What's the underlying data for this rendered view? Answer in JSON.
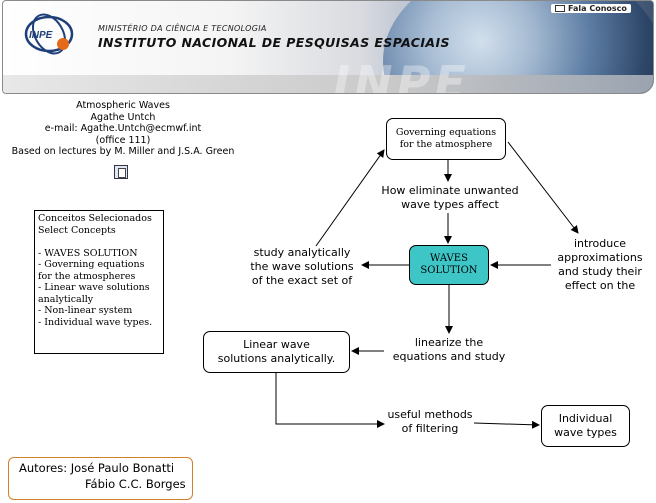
{
  "header": {
    "ministry": "MINISTÉRIO DA CIÊNCIA E TECNOLOGIA",
    "institute": "INSTITUTO NACIONAL DE PESQUISAS ESPACIAIS",
    "logo_text": "INPE",
    "watermark": "INPE",
    "contact_link": "Fala Conosco"
  },
  "info": {
    "title": "Atmospheric Waves",
    "author": "Agathe Untch",
    "email": "e-mail: Agathe.Untch@ecmwf.int",
    "office": "(office 111)",
    "based_on": "Based on lectures by M. Miller and J.S.A. Green"
  },
  "concepts": {
    "lines": [
      "Conceitos Selecionados",
      "Select Concepts",
      "",
      "- WAVES SOLUTION",
      "-  Governing equations",
      "for the atmospheres",
      "- Linear wave solutions",
      "analytically",
      "- Non-linear system",
      "- Individual wave types."
    ]
  },
  "authors": {
    "line1": "Autores: José Paulo Bonatti",
    "line2": "Fábio C.C. Borges"
  },
  "map": {
    "governing": [
      "Governing equations",
      "for the atmosphere"
    ],
    "waves": [
      "WAVES",
      "SOLUTION"
    ],
    "linear": [
      "Linear wave",
      "solutions analytically."
    ],
    "individual": [
      "Individual",
      "wave types"
    ],
    "eliminate": [
      "How eliminate unwanted",
      "wave types affect"
    ],
    "study": [
      "study analytically",
      "the wave solutions",
      "of the exact set of"
    ],
    "introduce": [
      "introduce",
      "approximations",
      "and study their",
      "effect on the"
    ],
    "linearize": [
      "linearize the",
      "equations and study"
    ],
    "useful": [
      "useful methods",
      "of filtering"
    ]
  },
  "colors": {
    "waves_node": "#3ec6c6",
    "authors_border": "#d4802a"
  }
}
